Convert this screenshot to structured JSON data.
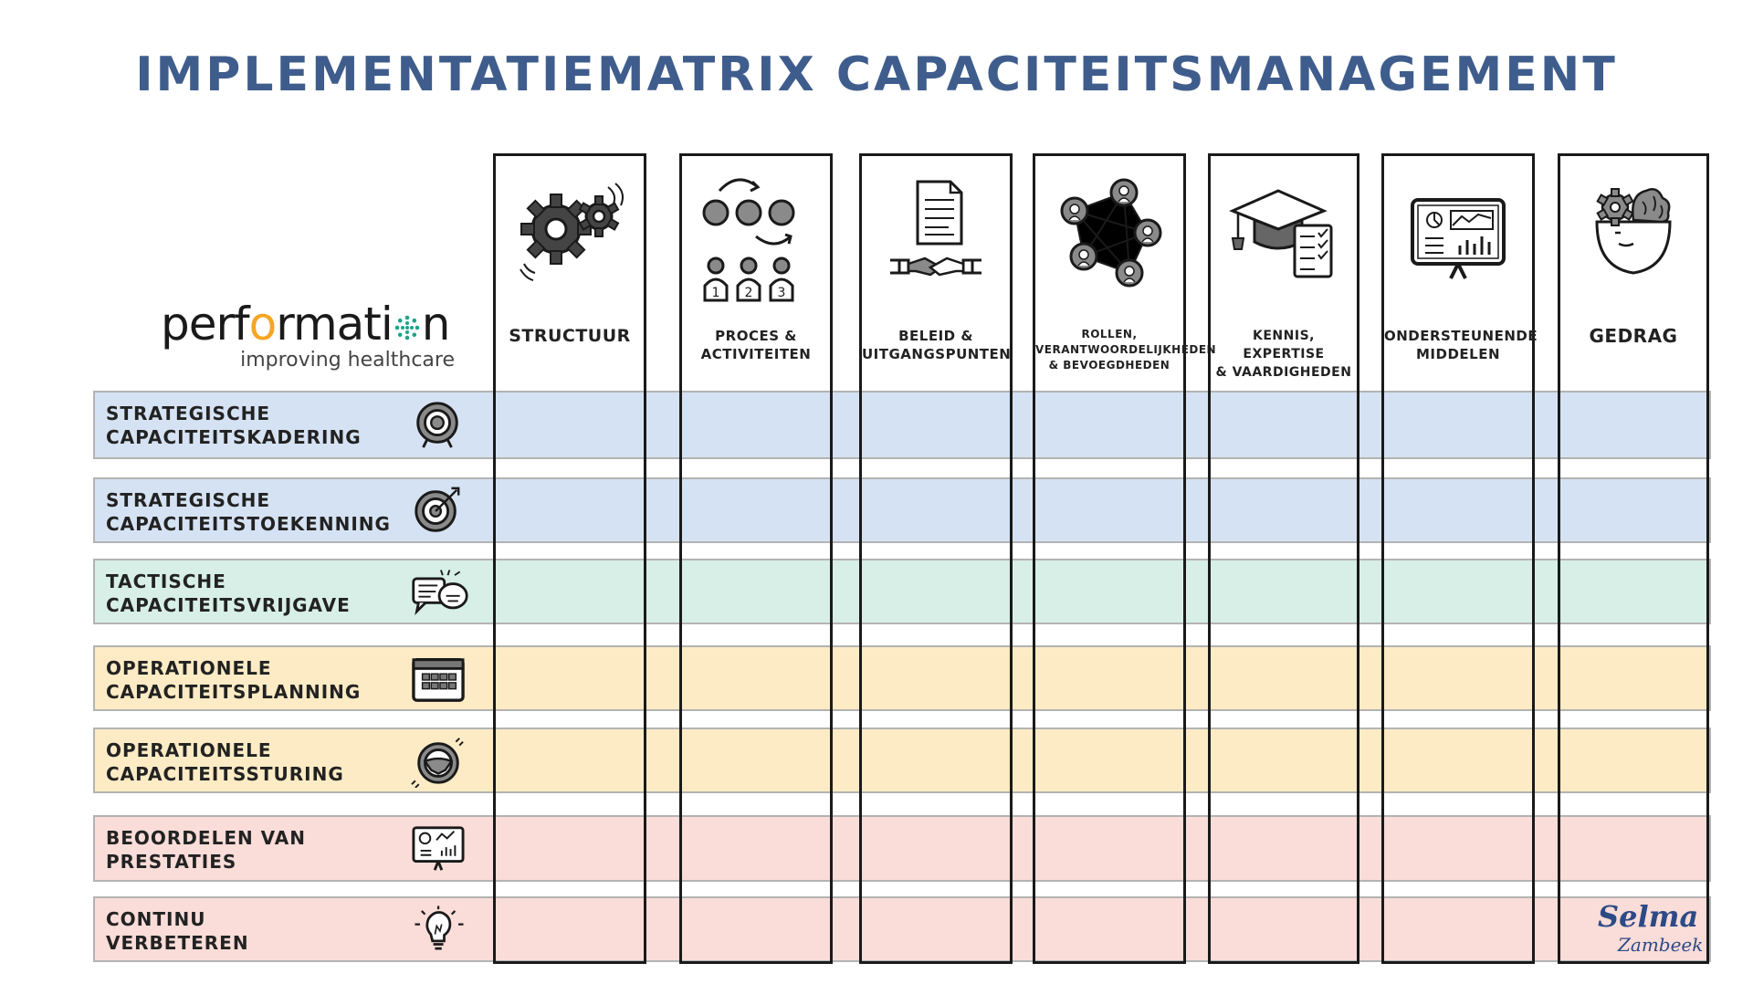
{
  "title": "IMPLEMENTATIEMATRIX CAPACITEITSMANAGEMENT",
  "logo": {
    "word_a": "perf",
    "word_o": "o",
    "word_b": "rmati",
    "word_n": "n",
    "tagline": "improving healthcare",
    "brand_color": "#f5a623",
    "dot_color": "#17a589"
  },
  "columns": [
    {
      "label": "STRUCTUUR",
      "icon": "gears-icon"
    },
    {
      "label": "PROCES &\nACTIVITEITEN",
      "icon": "process-steps-icon"
    },
    {
      "label": "BELEID &\nUITGANGSPUNTEN",
      "icon": "policy-document-icon"
    },
    {
      "label": "ROLLEN,\nVERANTWOORDELIJKHEDEN\n& BEVOEGDHEDEN",
      "icon": "network-roles-icon"
    },
    {
      "label": "KENNIS, EXPERTISE\n& VAARDIGHEDEN",
      "icon": "graduation-cap-icon"
    },
    {
      "label": "ONDERSTEUNENDE\nMIDDELEN",
      "icon": "dashboard-screen-icon"
    },
    {
      "label": "GEDRAG",
      "icon": "brain-head-icon"
    }
  ],
  "rows": [
    {
      "label": "STRATEGISCHE\nCAPACITEITSKADERING",
      "icon": "target-icon",
      "color": "#d5e2f3"
    },
    {
      "label": "STRATEGISCHE\nCAPACITEITSTOEKENNING",
      "icon": "target-arrow-icon",
      "color": "#d5e2f3"
    },
    {
      "label": "TACTISCHE\nCAPACITEITSVRIJGAVE",
      "icon": "chat-bubbles-icon",
      "color": "#d7efe6"
    },
    {
      "label": "OPERATIONELE\nCAPACITEITSPLANNING",
      "icon": "calendar-icon",
      "color": "#fcebc4"
    },
    {
      "label": "OPERATIONELE\nCAPACITEITSSTURING",
      "icon": "steering-wheel-icon",
      "color": "#fcebc4"
    },
    {
      "label": "BEOORDELEN VAN\nPRESTATIES",
      "icon": "presentation-board-icon",
      "color": "#fadcd8"
    },
    {
      "label": "CONTINU\nVERBETEREN",
      "icon": "lightbulb-icon",
      "color": "#fadcd8"
    }
  ],
  "signature": {
    "name": "Selma",
    "surname": "Zambeek"
  },
  "colors": {
    "title": "#3f5d8c",
    "line": "#1a1a1a",
    "icon_gray": "#555555"
  }
}
